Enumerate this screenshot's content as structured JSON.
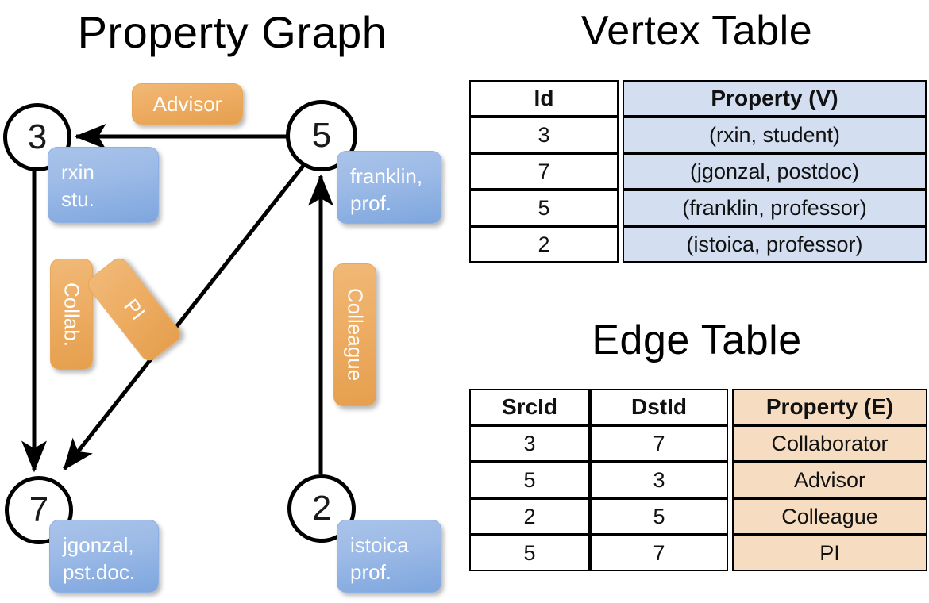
{
  "titles": {
    "property_graph": "Property Graph",
    "vertex_table": "Vertex Table",
    "edge_table": "Edge Table"
  },
  "graph": {
    "nodes": [
      {
        "id": "3",
        "property": "rxin\nstu."
      },
      {
        "id": "5",
        "property": "franklin,\nprof."
      },
      {
        "id": "7",
        "property": "jgonzal,\npst.doc."
      },
      {
        "id": "2",
        "property": "istoica\nprof."
      }
    ],
    "node_labels": {
      "n3": "3",
      "n5": "5",
      "n7": "7",
      "n2": "2"
    },
    "vertex_props": {
      "rxin_line1": "rxin",
      "rxin_line2": "stu.",
      "franklin_line1": "franklin,",
      "franklin_line2": "prof.",
      "jgonzal_line1": "jgonzal,",
      "jgonzal_line2": "pst.doc.",
      "istoica_line1": "istoica",
      "istoica_line2": "prof."
    },
    "edge_labels": {
      "advisor": "Advisor",
      "collab": "Collab.",
      "pi": "PI",
      "colleague": "Colleague"
    }
  },
  "vertex_table": {
    "headers": [
      "Id",
      "Property (V)"
    ],
    "rows": [
      {
        "id": "3",
        "property": "(rxin, student)"
      },
      {
        "id": "7",
        "property": "(jgonzal, postdoc)"
      },
      {
        "id": "5",
        "property": "(franklin, professor)"
      },
      {
        "id": "2",
        "property": "(istoica, professor)"
      }
    ]
  },
  "edge_table": {
    "headers": [
      "SrcId",
      "DstId",
      "Property (E)"
    ],
    "rows": [
      {
        "src": "3",
        "dst": "7",
        "property": "Collaborator"
      },
      {
        "src": "5",
        "dst": "3",
        "property": "Advisor"
      },
      {
        "src": "2",
        "dst": "5",
        "property": "Colleague"
      },
      {
        "src": "5",
        "dst": "7",
        "property": "PI"
      }
    ]
  },
  "colors": {
    "vertex_property_fill": "#d3dff1",
    "edge_property_fill": "#f6ddc1",
    "vertex_box": "#8fb2e3",
    "edge_box": "#eda95b",
    "stroke": "#000000"
  }
}
